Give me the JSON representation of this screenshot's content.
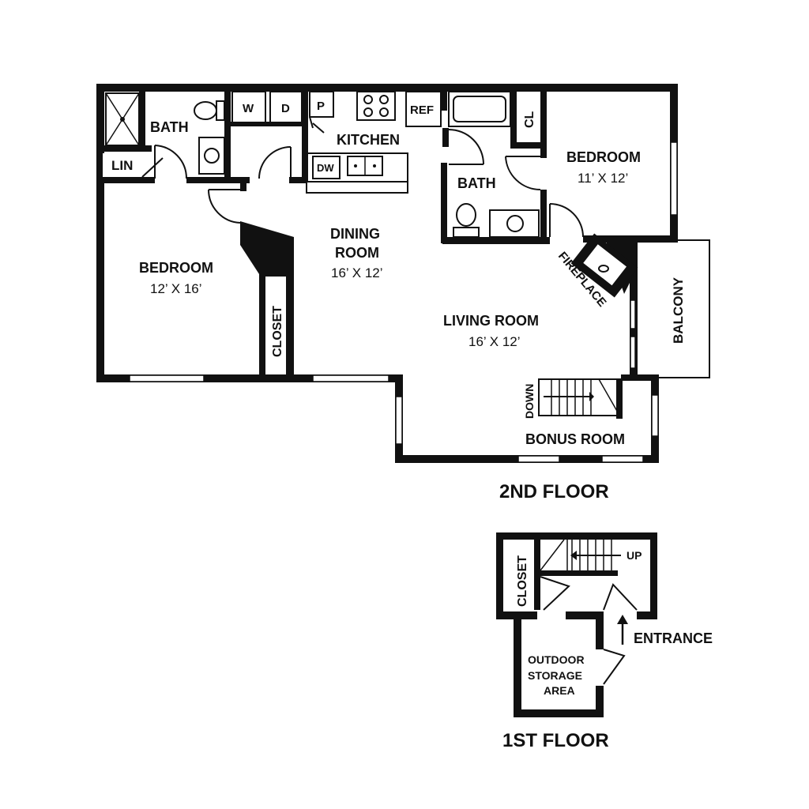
{
  "colors": {
    "ink": "#111111",
    "paper": "#ffffff"
  },
  "second_floor": {
    "title": "2ND FLOOR",
    "rooms": {
      "bath_left": "BATH",
      "linen": "LIN",
      "washer": "W",
      "dryer": "D",
      "pantry": "P",
      "refrigerator": "REF",
      "kitchen": "KITCHEN",
      "dishwasher": "DW",
      "bath_center": "BATH",
      "closet_right": "CL",
      "bedroom_right": {
        "name": "BEDROOM",
        "size": "11’ X 12’"
      },
      "bedroom_left": {
        "name": "BEDROOM",
        "size": "12’ X 16’"
      },
      "dining": {
        "name_line1": "DINING",
        "name_line2": "ROOM",
        "size": "16’ X 12’"
      },
      "living": {
        "name": "LIVING ROOM",
        "size": "16’ X 12’"
      },
      "closet_left": "CLOSET",
      "fireplace": "FIREPLACE",
      "balcony": "BALCONY",
      "stairs_down": "DOWN",
      "bonus_room": "BONUS ROOM"
    }
  },
  "first_floor": {
    "title": "1ST FLOOR",
    "rooms": {
      "closet": "CLOSET",
      "stairs_up": "UP",
      "entrance": "ENTRANCE",
      "storage_line1": "OUTDOOR",
      "storage_line2": "STORAGE",
      "storage_line3": "AREA"
    }
  }
}
